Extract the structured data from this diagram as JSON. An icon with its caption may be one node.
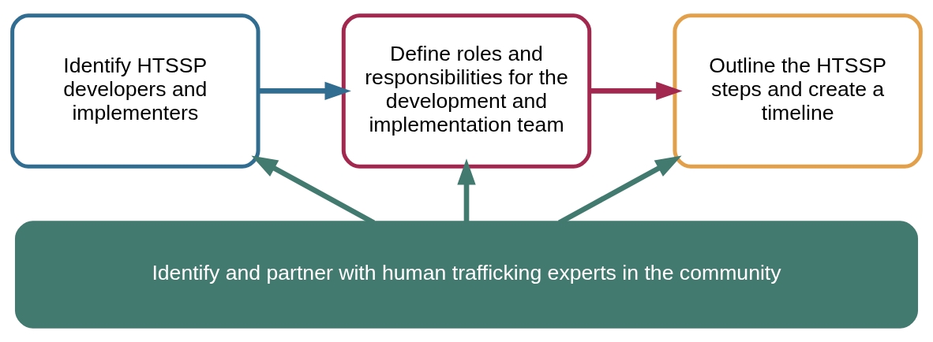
{
  "diagram": {
    "nodes": [
      {
        "text": [
          "Identify HTSSP developers and implementers"
        ]
      },
      {
        "text": [
          "Define roles and responsibilities for the development and implementation team"
        ]
      },
      {
        "text": [
          "Outline the HTSSP steps and create a timeline"
        ]
      },
      {
        "text": [
          "Identify and partner with human trafficking experts in the community"
        ]
      }
    ],
    "edges": [
      {
        "from": 0,
        "to": 1,
        "arrow": "to",
        "color": "#316d91"
      },
      {
        "from": 1,
        "to": 2,
        "arrow": "to",
        "color": "#a3284f"
      },
      {
        "from": 3,
        "to": 0,
        "arrow": "to"
      },
      {
        "from": 3,
        "to": 1,
        "arrow": "to"
      },
      {
        "from": 3,
        "to": 2,
        "arrow": "to"
      }
    ]
  }
}
